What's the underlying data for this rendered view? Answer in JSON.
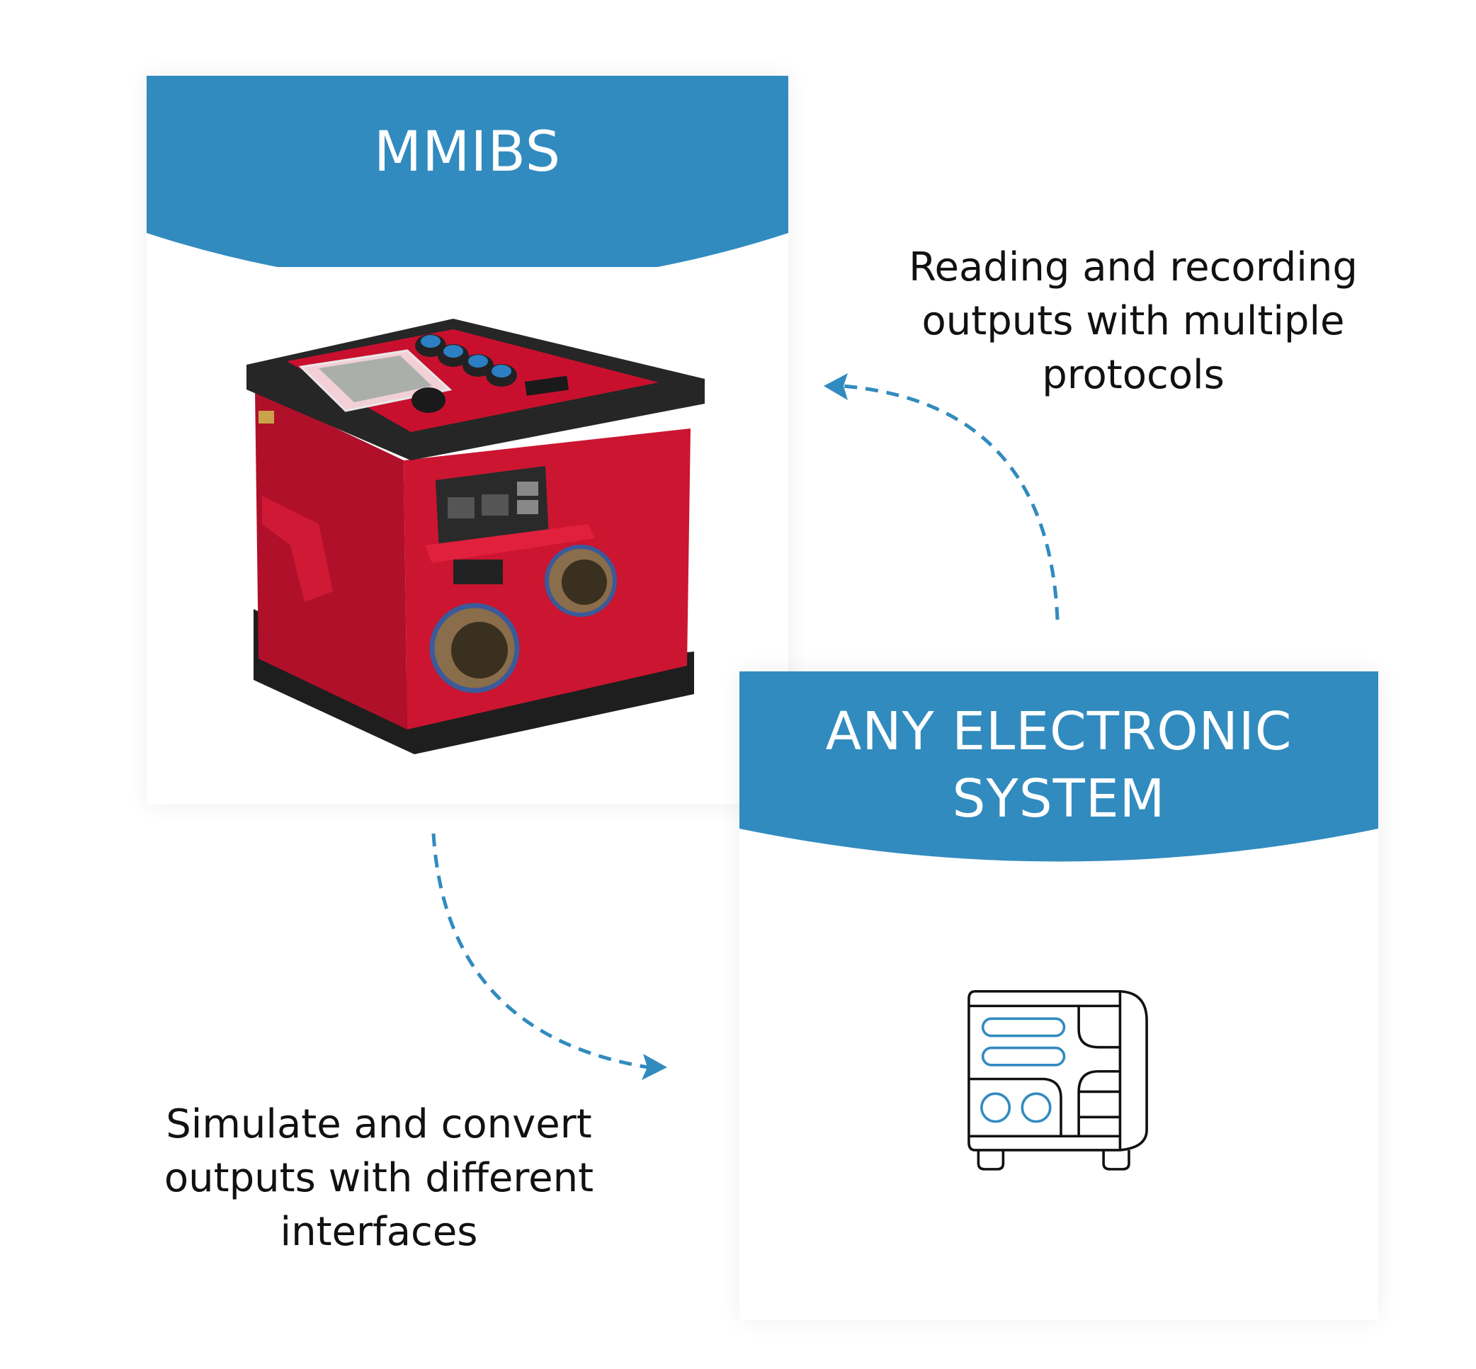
{
  "cards": {
    "mmibs": {
      "title": "MMIBS",
      "image": "red-mmibs-device-photo"
    },
    "system": {
      "title_line1": "ANY ELECTRONIC",
      "title_line2": "SYSTEM",
      "icon": "electronic-equipment-icon"
    }
  },
  "captions": {
    "reading": {
      "line1": "Reading and recording",
      "line2": "outputs with multiple",
      "line3": "protocols"
    },
    "simulate": {
      "line1": "Simulate and convert",
      "line2": "outputs with different",
      "line3": "interfaces"
    }
  },
  "arrows": {
    "to_system": "dashed-curved-arrow",
    "to_mmibs": "dashed-curved-arrow"
  },
  "colors": {
    "accent_blue": "#318bbf",
    "device_red": "#c8102e",
    "text": "#111111"
  }
}
